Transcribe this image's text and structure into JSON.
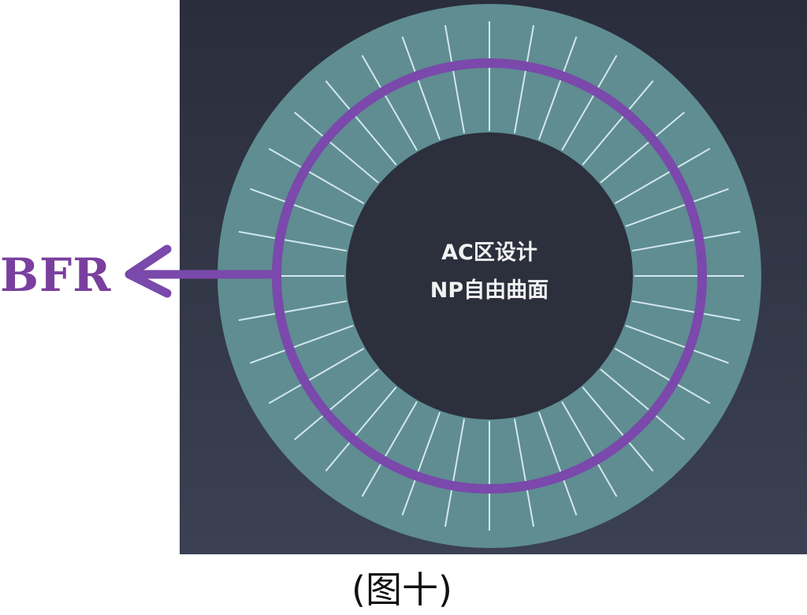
{
  "labels": {
    "arrow_label": "BFR",
    "center_line1": "AC区设计",
    "center_line2": "NP自由曲面",
    "caption": "(图十)"
  },
  "diagram": {
    "radial_line_count": 36,
    "colors": {
      "background": "#2c303e",
      "ring": "#5f8d92",
      "radial_lines": "#d2e8ec",
      "purple": "#7a49ab",
      "center": "#2c2f3c"
    }
  }
}
